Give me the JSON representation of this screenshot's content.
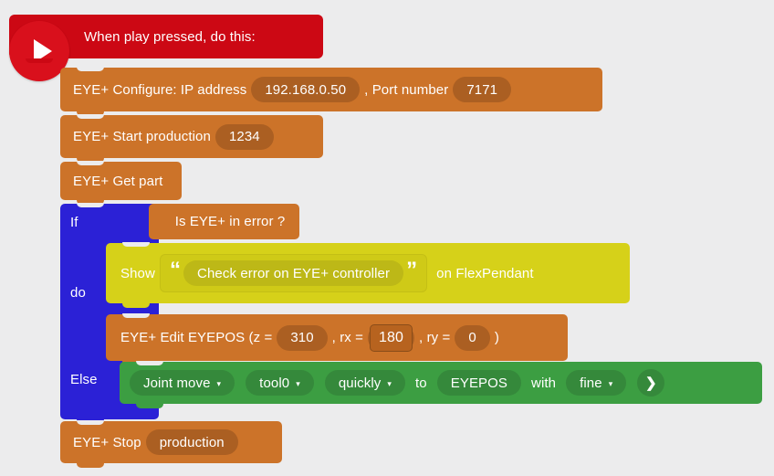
{
  "app": {
    "canvas_background": "#ececed"
  },
  "palette": {
    "event_red": "#cc0814",
    "eye_orange": "#cc7329",
    "logic_blue": "#2b21d6",
    "text_yellow": "#d6d119",
    "motion_green": "#3c9e42"
  },
  "program": {
    "hat": {
      "icon": "play-triangle-icon",
      "label": "When play pressed, do this:"
    },
    "configure": {
      "prefix": "EYE+ Configure: IP address",
      "ip_value": "192.168.0.50",
      "middle": ", Port number",
      "port_value": "7171"
    },
    "start_production": {
      "label": "EYE+ Start production",
      "value": "1234"
    },
    "get_part": {
      "label": "EYE+ Get part"
    },
    "if_block": {
      "if_label": "If",
      "do_label": "do",
      "else_label": "Else",
      "condition": "Is EYE+ in error ?"
    },
    "show": {
      "label": "Show",
      "open_quote": "“",
      "close_quote": "”",
      "message": "Check error on EYE+ controller",
      "target": "on FlexPendant"
    },
    "edit_eyepos": {
      "prefix": "EYE+ Edit EYEPOS (z =",
      "z_value": "310",
      "rx_label": ", rx =",
      "rx_value": "180",
      "rx_editing": true,
      "ry_label": ", ry =",
      "ry_value": "0",
      "suffix": ")"
    },
    "move": {
      "move_type": "Joint move",
      "tool": "tool0",
      "speed": "quickly",
      "to_label": "to",
      "target": "EYEPOS",
      "with_label": "with",
      "zone": "fine",
      "expand_icon": "chevron-right-icon"
    },
    "stop_production": {
      "label": "EYE+ Stop",
      "value": "production"
    },
    "dropdown_icon": "▾"
  }
}
